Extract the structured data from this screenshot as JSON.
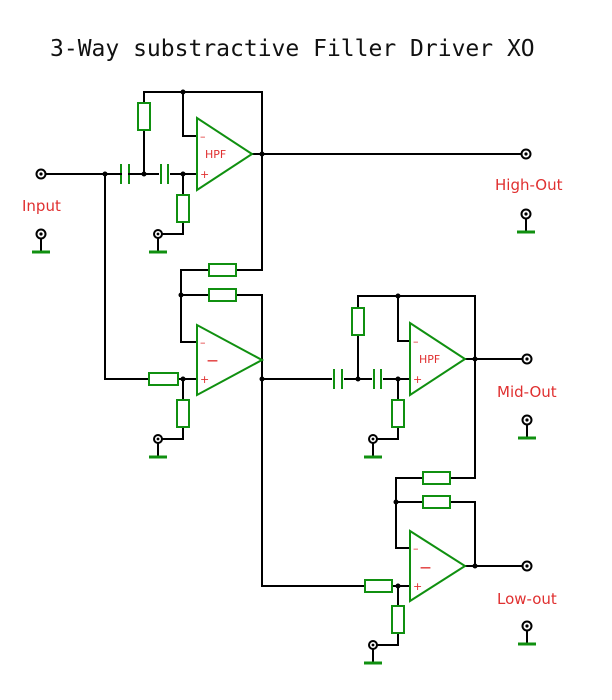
{
  "title": "3-Way substractive Filler Driver XO",
  "labels": {
    "input": "Input",
    "high_out": "High-Out",
    "mid_out": "Mid-Out",
    "low_out": "Low-out"
  },
  "opamps": {
    "hpf1": {
      "label": "HPF",
      "minus": "–",
      "plus": "+"
    },
    "sub1": {
      "label": "—",
      "minus": "–",
      "plus": "+"
    },
    "hpf2": {
      "label": "HPF",
      "minus": "–",
      "plus": "+"
    },
    "sub2": {
      "label": "—",
      "minus": "–",
      "plus": "+"
    }
  },
  "colors": {
    "wire": "#000000",
    "component": "#109010",
    "label": "#e03030",
    "opamp_text": "#e03030"
  }
}
